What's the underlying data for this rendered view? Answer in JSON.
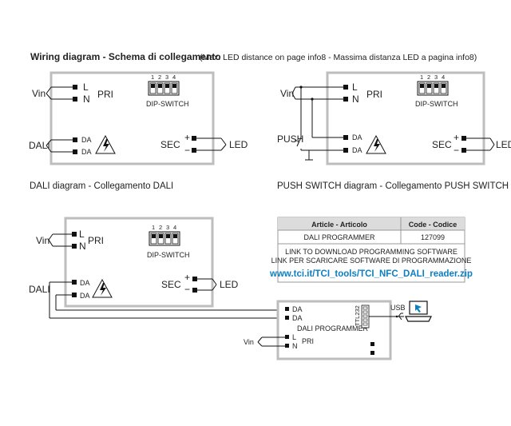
{
  "heading": {
    "main": "Wiring diagram - Schema di collegamento",
    "note": "(Max. LED distance on page info8 - Massima distanza LED a pagina info8)"
  },
  "driver": {
    "l": "L",
    "n": "N",
    "pri": "PRI",
    "da": "DA",
    "dip_label": "DIP-SWITCH",
    "dip_numbers": [
      "1",
      "2",
      "3",
      "4"
    ],
    "sec": "SEC",
    "plus": "+",
    "minus": "−"
  },
  "diagrams": {
    "dali": {
      "vin": "Vin",
      "dali": "DALI",
      "led": "LED",
      "caption": "DALI diagram - Collegamento DALI"
    },
    "push": {
      "vin": "Vin",
      "push": "PUSH",
      "led": "LED",
      "caption": "PUSH SWITCH diagram - Collegamento PUSH SWITCH"
    },
    "programmer": {
      "vin": "Vin",
      "dali": "DALI",
      "led": "LED",
      "usb": "USB",
      "prog_title": "DALI PROGRAMMER",
      "prog_da": "DA",
      "prog_l": "L",
      "prog_n": "N",
      "prog_pri": "PRI",
      "prog_vin": "Vin",
      "ttl": "TTL232"
    }
  },
  "table": {
    "col_article": "Article - Articolo",
    "col_code": "Code - Codice",
    "row_article": "DALI PROGRAMMER",
    "row_code": "127099",
    "link_line1": "LINK TO DOWNLOAD PROGRAMMING SOFTWARE",
    "link_line2": "LINK PER SCARICARE SOFTWARE DI PROGRAMMAZIONE",
    "url": "www.tci.it/TCI_tools/TCI_NFC_DALI_reader.zip"
  }
}
